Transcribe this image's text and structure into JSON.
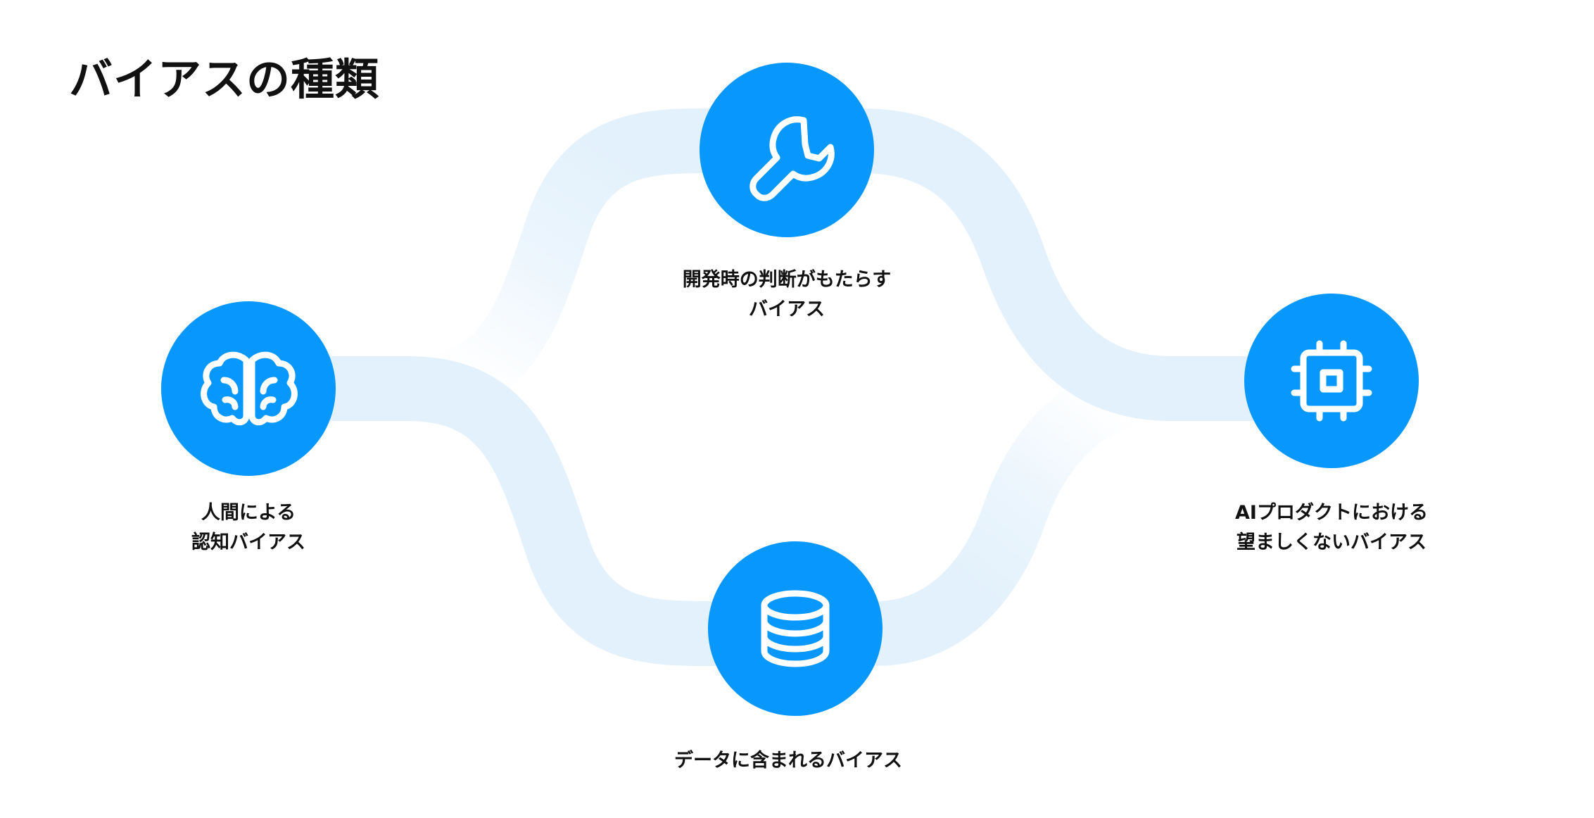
{
  "title": "バイアスの種類",
  "colors": {
    "node_fill": "#0897fc",
    "icon_stroke": "#ffffff",
    "path": "#e3f1fc",
    "text": "#111111"
  },
  "nodes": [
    {
      "id": "human",
      "icon": "brain-icon",
      "label_lines": [
        "人間による",
        "認知バイアス"
      ]
    },
    {
      "id": "development",
      "icon": "wrench-icon",
      "label_lines": [
        "開発時の判断がもたらす",
        "バイアス"
      ]
    },
    {
      "id": "data",
      "icon": "database-icon",
      "label_lines": [
        "データに含まれるバイアス"
      ]
    },
    {
      "id": "ai-product",
      "icon": "chip-icon",
      "label_lines": [
        "AIプロダクトにおける",
        "望ましくないバイアス"
      ]
    }
  ]
}
